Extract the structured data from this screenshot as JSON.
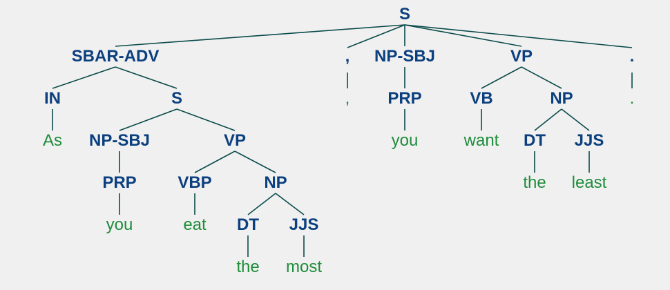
{
  "colors": {
    "background": "#f0f0f0",
    "tag": "#0b3f7e",
    "word": "#1e8c3a",
    "edge": "#0a4a4a"
  },
  "tree": {
    "label": "S",
    "children": [
      {
        "label": "SBAR-ADV",
        "children": [
          {
            "label": "IN",
            "children": [
              {
                "word": "As"
              }
            ]
          },
          {
            "label": "S",
            "children": [
              {
                "label": "NP-SBJ",
                "children": [
                  {
                    "label": "PRP",
                    "children": [
                      {
                        "word": "you"
                      }
                    ]
                  }
                ]
              },
              {
                "label": "VP",
                "children": [
                  {
                    "label": "VBP",
                    "children": [
                      {
                        "word": "eat"
                      }
                    ]
                  },
                  {
                    "label": "NP",
                    "children": [
                      {
                        "label": "DT",
                        "children": [
                          {
                            "word": "the"
                          }
                        ]
                      },
                      {
                        "label": "JJS",
                        "children": [
                          {
                            "word": "most"
                          }
                        ]
                      }
                    ]
                  }
                ]
              }
            ]
          }
        ]
      },
      {
        "label": ",",
        "children": [
          {
            "word": ","
          }
        ]
      },
      {
        "label": "NP-SBJ",
        "children": [
          {
            "label": "PRP",
            "children": [
              {
                "word": "you"
              }
            ]
          }
        ]
      },
      {
        "label": "VP",
        "children": [
          {
            "label": "VB",
            "children": [
              {
                "word": "want"
              }
            ]
          },
          {
            "label": "NP",
            "children": [
              {
                "label": "DT",
                "children": [
                  {
                    "word": "the"
                  }
                ]
              },
              {
                "label": "JJS",
                "children": [
                  {
                    "word": "least"
                  }
                ]
              }
            ]
          }
        ]
      },
      {
        "label": ".",
        "children": [
          {
            "word": "."
          }
        ]
      }
    ]
  }
}
